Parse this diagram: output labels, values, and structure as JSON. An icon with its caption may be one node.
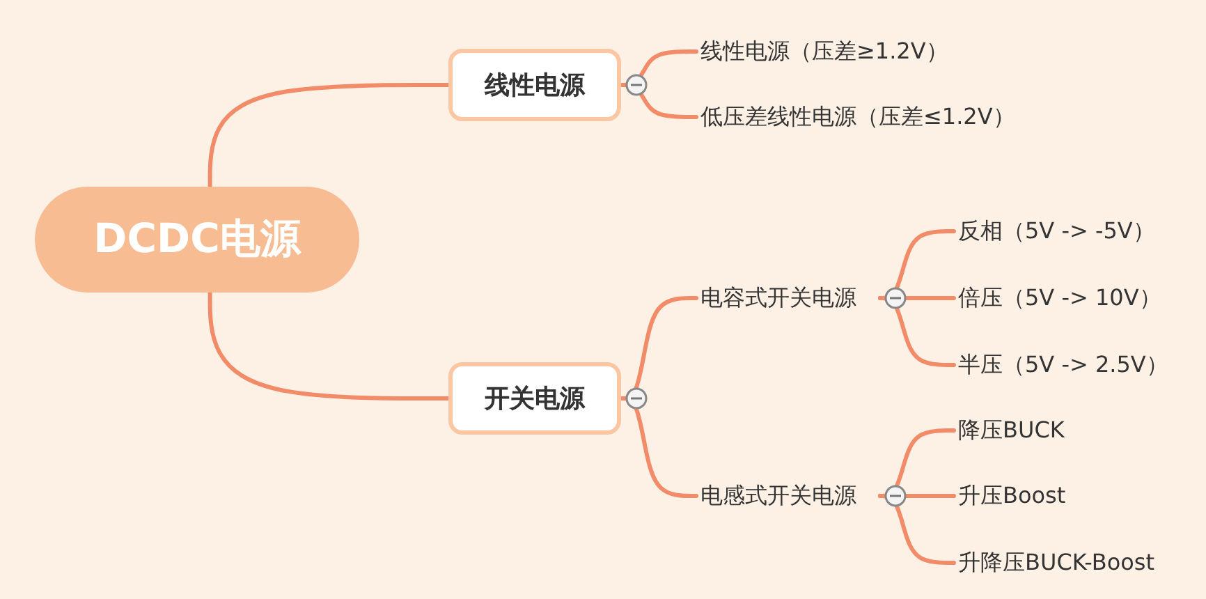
{
  "diagram": {
    "nodes": [
      {
        "text": [
          "DCDC电源"
        ]
      },
      {
        "text": [
          "线性电源"
        ]
      },
      {
        "text": [
          "线性电源（压差≥1.2V）"
        ]
      },
      {
        "text": [
          "低压差线性电源（压差≤1.2V）"
        ]
      },
      {
        "text": [
          "开关电源"
        ]
      },
      {
        "text": [
          "电容式开关电源"
        ]
      },
      {
        "text": [
          "反相（5V  ->  -5V）"
        ]
      },
      {
        "text": [
          "倍压（5V  ->  10V）"
        ]
      },
      {
        "text": [
          "半压（5V  ->  2.5V）"
        ]
      },
      {
        "text": [
          "电感式开关电源"
        ]
      },
      {
        "text": [
          "降压BUCK"
        ]
      },
      {
        "text": [
          "升压Boost"
        ]
      },
      {
        "text": [
          "升降压BUCK-Boost"
        ]
      }
    ],
    "edges": [
      {
        "from": 0,
        "to": 1,
        "arrow": "none"
      },
      {
        "from": 0,
        "to": 4,
        "arrow": "none"
      },
      {
        "from": 1,
        "to": 2,
        "arrow": "none"
      },
      {
        "from": 1,
        "to": 3,
        "arrow": "none"
      },
      {
        "from": 4,
        "to": 5,
        "arrow": "none"
      },
      {
        "from": 4,
        "to": 9,
        "arrow": "none"
      },
      {
        "from": 5,
        "to": 6,
        "arrow": "none"
      },
      {
        "from": 5,
        "to": 7,
        "arrow": "none"
      },
      {
        "from": 5,
        "to": 8,
        "arrow": "none"
      },
      {
        "from": 9,
        "to": 10,
        "arrow": "none"
      },
      {
        "from": 9,
        "to": 11,
        "arrow": "none"
      },
      {
        "from": 9,
        "to": 12,
        "arrow": "none"
      }
    ]
  }
}
